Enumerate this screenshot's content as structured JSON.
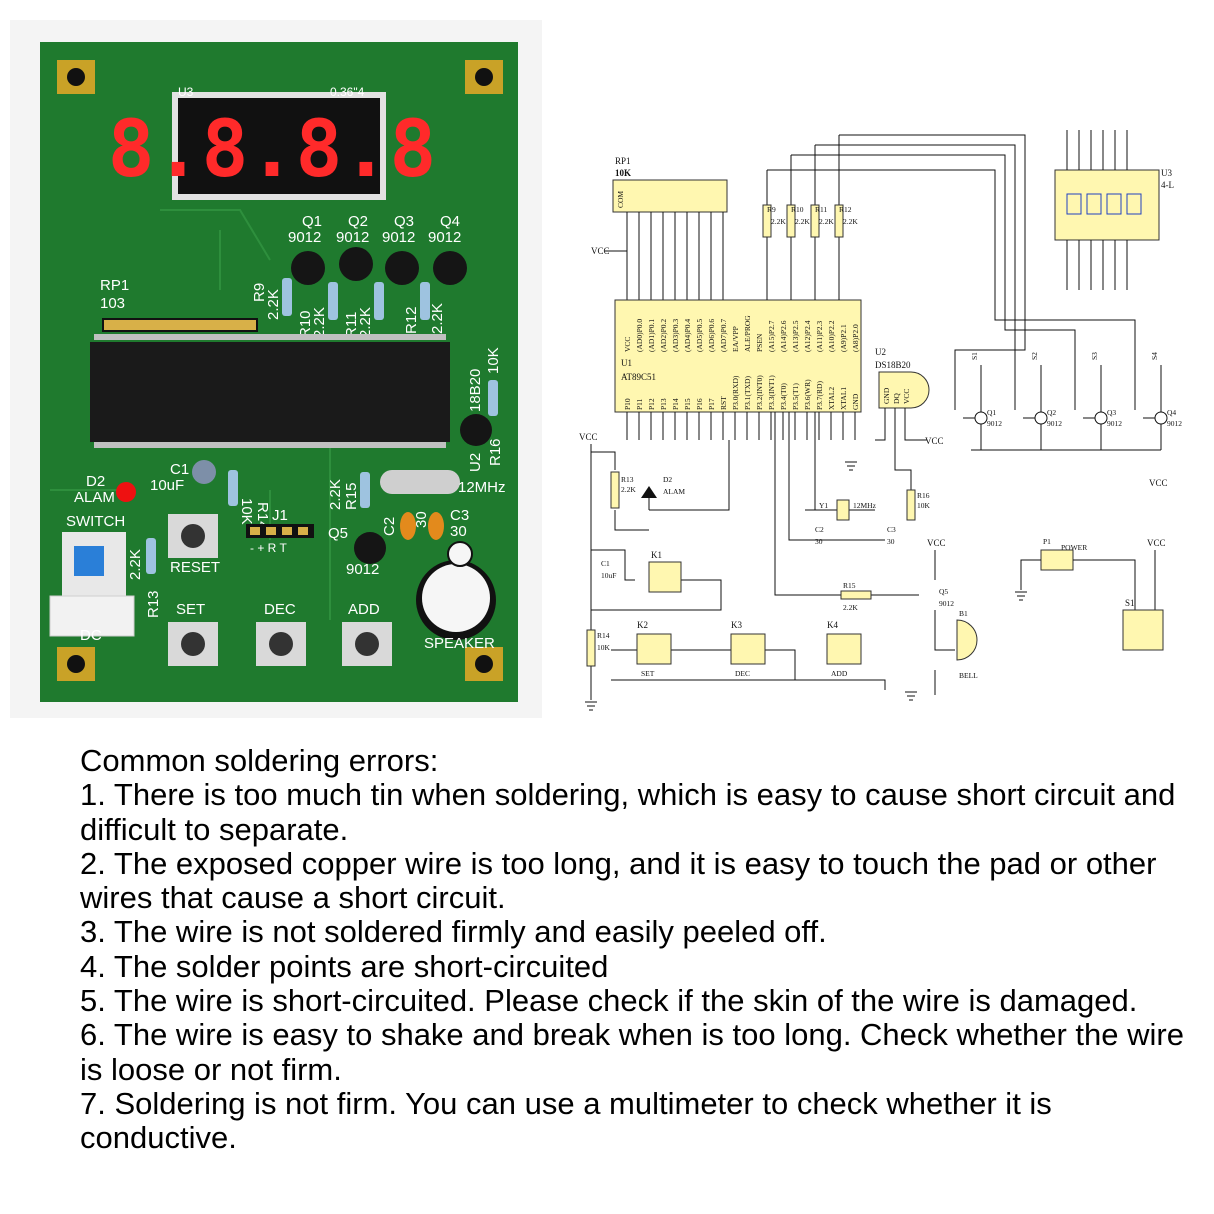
{
  "pcb": {
    "display_label": "U3",
    "display_label2": "0.36\"4",
    "q_labels": [
      "Q1",
      "Q2",
      "Q3",
      "Q4"
    ],
    "q_values": [
      "9012",
      "9012",
      "9012",
      "9012"
    ],
    "rp1_label": "RP1",
    "rp1_value": "103",
    "r9": "R9",
    "r9_val": "2.2K",
    "r10": "R10",
    "r10_val": "2.2K",
    "r11": "R11",
    "r11_val": "2.2K",
    "r12": "R12",
    "r12_val": "2.2K",
    "u2_label": "U2",
    "u2_val": "18B20",
    "r16": "R16",
    "r16_val": "10K",
    "d2_label": "D2",
    "alam": "ALAM",
    "c1_label": "C1",
    "c1_val": "10uF",
    "r14": "R14",
    "r14_val": "10K",
    "j1": "J1",
    "j1_pins": "- + R T",
    "r15": "R15",
    "r15_val": "2.2K",
    "crystal": "12MHz",
    "c2": "C2",
    "c2_val": "30",
    "c3": "C3",
    "c3_val": "30",
    "q5": "Q5",
    "q5_val": "9012",
    "switch": "SWITCH",
    "r13": "R13",
    "r13_val": "2.2K",
    "reset": "RESET",
    "dc": "DC",
    "set": "SET",
    "dec": "DEC",
    "add": "ADD",
    "speaker": "SPEAKER",
    "digits": "8.8.8.8",
    "board_color": "#1f7a2e",
    "display_color": "#ff2a2a"
  },
  "schematic": {
    "rp1": "RP1",
    "rp1_val": "10K",
    "com": "COM",
    "vcc": "VCC",
    "u1": "U1",
    "u1_part": "AT89C51",
    "u2": "U2",
    "u2_part": "DS18B20",
    "u2_pins": [
      "GND",
      "DQ",
      "VCC"
    ],
    "u3": "U3",
    "u3_part": "4-L",
    "r9": "R9",
    "r10": "R10",
    "r11": "R11",
    "r12": "R12",
    "r_val": "2.2K",
    "r13": "R13",
    "r13_val": "2.2K",
    "d2": "D2",
    "alam": "ALAM",
    "c1": "C1",
    "c1_val": "10uF",
    "k1": "K1",
    "k2": "K2",
    "k3": "K3",
    "k4": "K4",
    "set": "SET",
    "dec": "DEC",
    "add": "ADD",
    "r14": "R14",
    "r14_val": "10K",
    "y1": "Y1",
    "y1_val": "12MHz",
    "c2": "C2",
    "c3": "C3",
    "c_val": "30",
    "r15": "R15",
    "r15_val": "2.2K",
    "r16": "R16",
    "r16_val": "10K",
    "q5": "Q5",
    "q_part": "9012",
    "b1": "B1",
    "bell": "BELL",
    "p1": "P1",
    "power": "POWER",
    "s_labels": [
      "S1",
      "S2",
      "S3",
      "S4"
    ],
    "q_labels": [
      "Q1",
      "Q2",
      "Q3",
      "Q4"
    ],
    "s1": "S1",
    "pins_left_top": [
      "P10",
      "P11",
      "P12",
      "P13",
      "P14",
      "P15",
      "P16",
      "P17",
      "RST",
      "P3.0(RXD)",
      "P3.1(TXD)",
      "P3.2(INT0)",
      "P3.3(INT1)",
      "P3.4(T0)",
      "P3.5(T1)",
      "P3.6(WR)",
      "P3.7(RD)",
      "XTAL2",
      "XTAL1",
      "GND"
    ],
    "pins_top": [
      "VCC",
      "(AD0)P0.0",
      "(AD1)P0.1",
      "(AD2)P0.2",
      "(AD3)P0.3",
      "(AD4)P0.4",
      "(AD5)P0.5",
      "(AD6)P0.6",
      "(AD7)P0.7",
      "EA/VPP",
      "ALE/PROG",
      "PSEN",
      "(A15)P2.7",
      "(A14)P2.6",
      "(A13)P2.5",
      "(A12)P2.4",
      "(A11)P2.3",
      "(A10)P2.2",
      "(A9)P2.1",
      "(A8)P2.0"
    ]
  },
  "notes": {
    "heading": "Common soldering errors:",
    "items": [
      "1. There is too much tin when soldering, which is easy to cause short circuit and difficult to separate.",
      "2. The exposed copper wire is too long, and it is easy to touch the pad or other wires that cause a short circuit.",
      "3. The wire is not soldered firmly and easily peeled off.",
      "4. The solder points are short-circuited",
      "5. The wire is short-circuited. Please check if the skin of the wire is damaged.",
      "6. The wire is easy to shake and break when is too long. Check whether the wire is loose or not firm.",
      "7. Soldering is not firm. You can use a multimeter to check whether it is conductive."
    ]
  }
}
